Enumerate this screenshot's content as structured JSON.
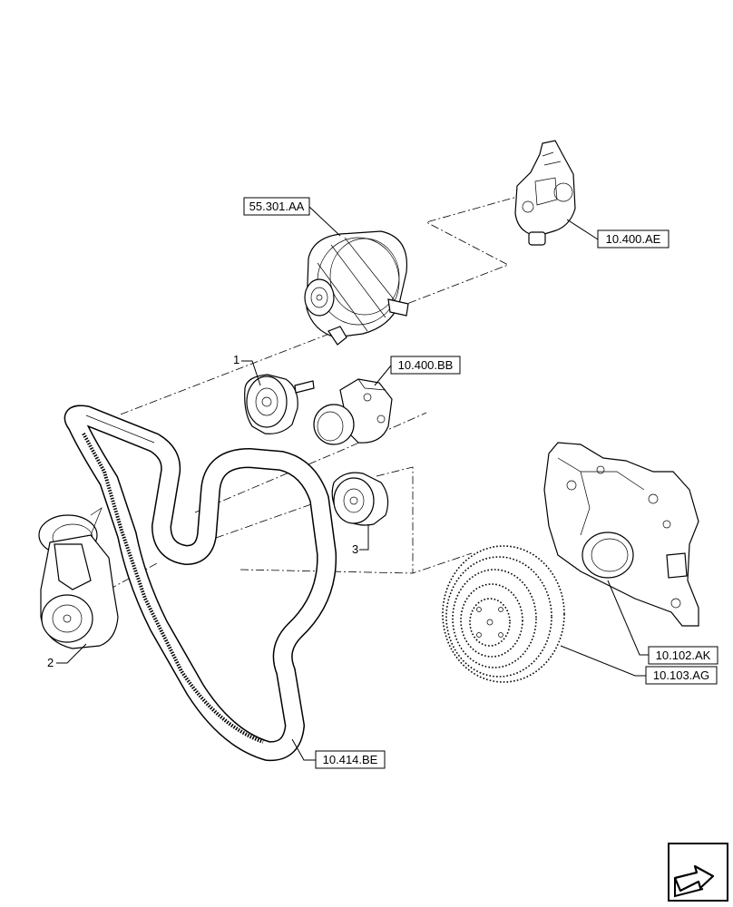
{
  "references": {
    "alternator": "55.301.AA",
    "water_pump": "10.400.AE",
    "thermostat": "10.400.BB",
    "front_cover": "10.102.AK",
    "vibration_damper": "10.103.AG",
    "belt": "10.414.BE"
  },
  "callouts": {
    "idler_pulley_upper": "1",
    "belt_tensioner": "2",
    "idler_pulley_lower": "3"
  },
  "icons": {
    "nav": "next-page-arrow-icon"
  }
}
